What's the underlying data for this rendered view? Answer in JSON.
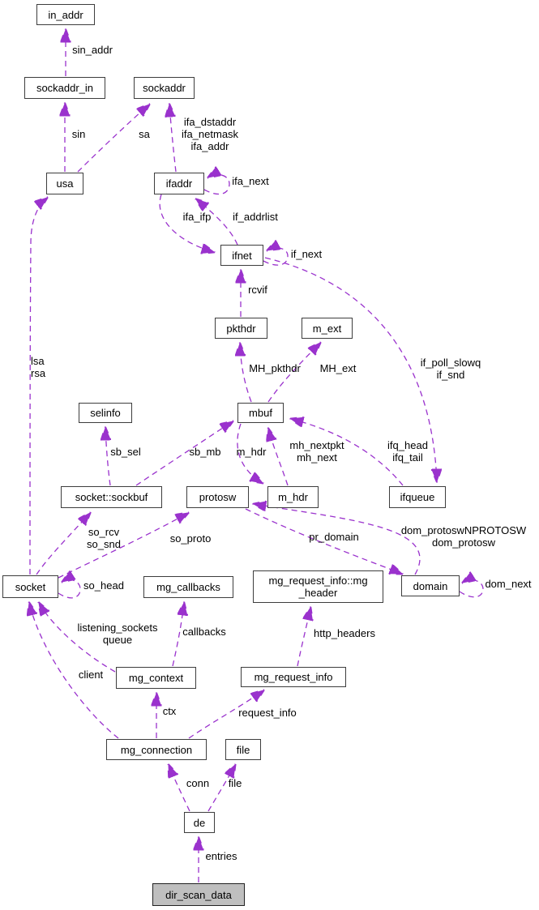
{
  "nodes": {
    "in_addr": "in_addr",
    "sockaddr_in": "sockaddr_in",
    "sockaddr": "sockaddr",
    "usa": "usa",
    "ifaddr": "ifaddr",
    "ifnet": "ifnet",
    "pkthdr": "pkthdr",
    "m_ext": "m_ext",
    "mbuf": "mbuf",
    "selinfo": "selinfo",
    "sockbuf": "socket::sockbuf",
    "protosw": "protosw",
    "m_hdr": "m_hdr",
    "ifqueue": "ifqueue",
    "socket": "socket",
    "mg_callbacks": "mg_callbacks",
    "mg_header": "mg_request_info::mg\n_header",
    "domain": "domain",
    "mg_context": "mg_context",
    "mg_request_info": "mg_request_info",
    "mg_connection": "mg_connection",
    "file": "file",
    "de": "de",
    "dir_scan_data": "dir_scan_data"
  },
  "edge_labels": {
    "sin_addr": "sin_addr",
    "sin": "sin",
    "sa": "sa",
    "ifa_fields": "ifa_dstaddr\nifa_netmask\nifa_addr",
    "ifa_next": "ifa_next",
    "ifa_ifp": "ifa_ifp",
    "if_addrlist": "if_addrlist",
    "if_next": "if_next",
    "rcvif": "rcvif",
    "mh_pkthdr": "MH_pkthdr",
    "mh_ext": "MH_ext",
    "if_poll": "if_poll_slowq\nif_snd",
    "lsa_rsa": "lsa\nrsa",
    "sb_sel": "sb_sel",
    "sb_mb": "sb_mb",
    "m_hdr": "m_hdr",
    "mh_next": "mh_nextpkt\nmh_next",
    "ifq": "ifq_head\nifq_tail",
    "so_rcv": "so_rcv\nso_snd",
    "so_proto": "so_proto",
    "pr_domain": "pr_domain",
    "dom_protosw": "dom_protoswNPROTOSW\ndom_protosw",
    "so_head": "so_head",
    "dom_next": "dom_next",
    "listening": "listening_sockets\nqueue",
    "callbacks": "callbacks",
    "client": "client",
    "http_headers": "http_headers",
    "ctx": "ctx",
    "request_info": "request_info",
    "conn": "conn",
    "file": "file",
    "entries": "entries"
  },
  "colors": {
    "edge": "#9a32cd",
    "node_border": "#3d3d3d",
    "node_background": "#ffffff",
    "highlight_fill": "#bfbfbf",
    "text": "#000000",
    "background": "#ffffff"
  }
}
